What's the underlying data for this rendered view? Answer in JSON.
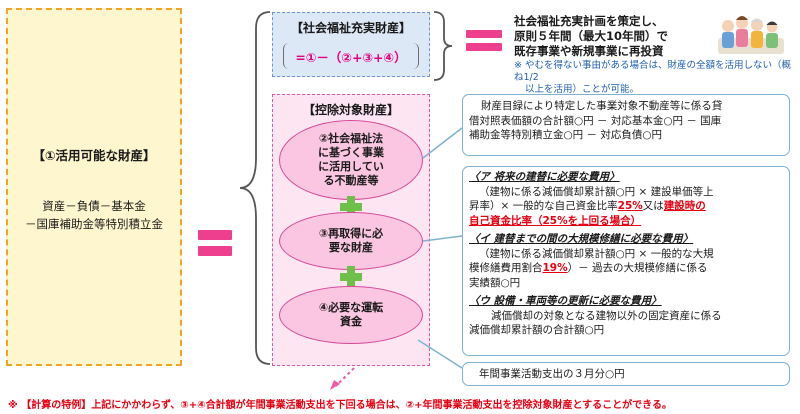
{
  "left": {
    "title": "【①活用可能な財産】",
    "formula_line1": "資産－負債－基本金",
    "formula_line2": "－国庫補助金等特別積立金"
  },
  "surplus": {
    "title": "【社会福祉充実財産】",
    "formula": "=①－（②+③+④）",
    "description_line1": "社会福祉充実計画を策定し、",
    "description_line2": "原則５年間（最大10年間）で",
    "description_line3": "既存事業や新規事業に再投資",
    "note_line1": "※ やむを得ない事由がある場合は、財産の全額を活用しない（概ね1/2",
    "note_line2": "以上を活用）ことが可能。"
  },
  "deduction": {
    "title": "【控除対象財産】",
    "item2": [
      "②社会福祉法",
      "に基づく事業",
      "に活用してい",
      "る不動産等"
    ],
    "item3": [
      "③再取得に必",
      "要な財産"
    ],
    "item4": [
      "④必要な運転",
      "資金"
    ]
  },
  "callout2": {
    "line1": "財産目録により特定した事業対象不動産等に係る貸",
    "line2": "借対照表価額の合計額○円 － 対応基本金○円 － 国庫",
    "line3": "補助金等特別積立金○円 － 対応負債○円"
  },
  "callout3": {
    "a_head": "〈ア 将来の建替に必要な費用〉",
    "a_line1": "（建物に係る減価償却累計額○円 × 建設単価等上",
    "a_line2a": "昇率）× 一般的な自己資金比率",
    "a_pct": "25%",
    "a_line2b": "又は",
    "a_line2c": "建設時の",
    "a_line3": "自己資金比率（25%を上回る場合）",
    "b_head": "〈イ 建替までの間の大規模修繕に必要な費用〉",
    "b_line1": "（建物に係る減価償却累計額○円 × 一般的な大規",
    "b_line2a": "模修繕費用割合",
    "b_pct": "19%",
    "b_line2b": "）－ 過去の大規模修繕に係る",
    "b_line3": "実績額○円",
    "c_head": "〈ウ 設備・車両等の更新に必要な費用〉",
    "c_line1": "減価償却の対象となる建物以外の固定資産に係る",
    "c_line2": "減価償却累計額の合計額○円"
  },
  "callout4": {
    "text": "年間事業活動支出の３月分○円"
  },
  "bottom_note": "※ 【計算の特例】上記にかかわらず、③+④合計額が年間事業活動支出を下回る場合は、②+年間事業活動支出を控除対象財産とすることができる。",
  "colors": {
    "left_fill": "#fdf6cf",
    "surplus_fill": "#dce8f6",
    "deduction_fill": "#fde6f2",
    "accent_pink": "#ee3f8f",
    "plus_green": "#6fc04b",
    "red_text": "#e60012"
  }
}
